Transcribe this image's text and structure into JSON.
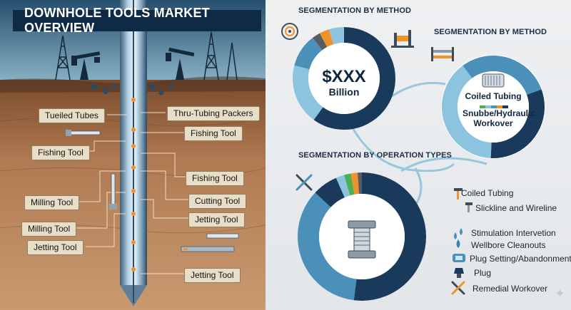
{
  "header": {
    "title": "DOWNHOLE TOOLS MARKET OVERVIEW"
  },
  "left_labels": {
    "tueiled_tubes": "Tueiled Tubes",
    "fishing_tool_1": "Fishing Tool",
    "milling_tool_1": "Milling Tool",
    "milling_tool_2": "Milling Tool",
    "jetting_tool_1": "Jetting Tool",
    "thru_tubing_packers": "Thru-Tubing Packers",
    "fishing_tool_2": "Fishing Tool",
    "fishing_tool_3": "Fishing Tool",
    "cutting_tool": "Cutting Tool",
    "jetting_tool_2": "Jetting Tool",
    "jetting_tool_3": "Jetting Tool"
  },
  "segment_method_1": {
    "title": "SEGMENTATION BY METHOD",
    "center_value": "$XXX",
    "center_unit": "Billion"
  },
  "segment_method_2": {
    "title": "SEGMENTATION BY METHOD",
    "label_1": "Coiled Tubing",
    "label_2": "Snubbe/Hydraulic",
    "label_3": "Workover"
  },
  "segment_operation": {
    "title": "SEGMENTATION BY OPERATION TYPES"
  },
  "operation_list": [
    {
      "label": "Coiled Tubing",
      "icon": "hammer-icon"
    },
    {
      "label": "Slickline and Wireline",
      "icon": "hammer-icon"
    },
    {
      "label": "Stimulation Intervetion",
      "icon": "droplets-icon"
    },
    {
      "label": "Wellbore Cleanouts",
      "icon": "droplet-icon"
    },
    {
      "label": "Plug Setting/Abandonment",
      "icon": "plug-setting-icon"
    },
    {
      "label": "Plug",
      "icon": "plug-icon"
    },
    {
      "label": "Remedial Workover",
      "icon": "tools-icon"
    }
  ],
  "colors": {
    "navy": "#1a3a5c",
    "mid_blue": "#4a90b8",
    "light_blue": "#8cc4e0",
    "orange": "#f0922b",
    "green": "#4caf50",
    "dark_gray": "#555c63"
  }
}
